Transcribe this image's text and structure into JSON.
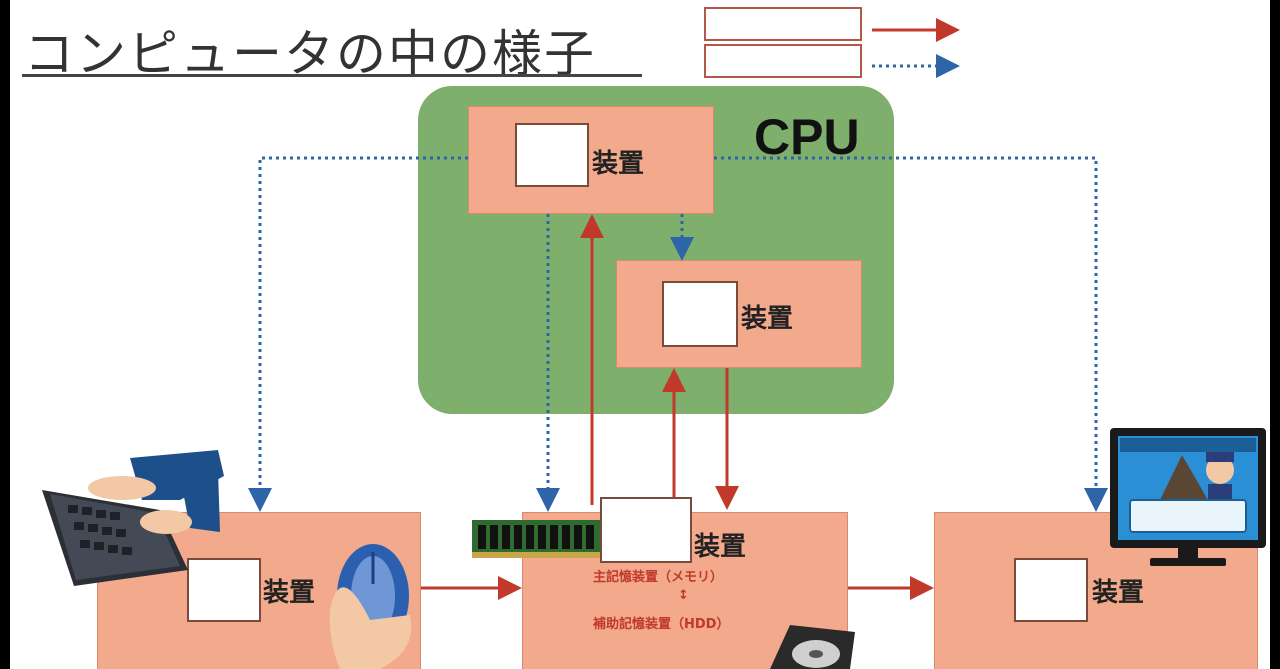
{
  "title": "コンピュータの中の様子",
  "cpu_label": "CPU",
  "device_suffix": "装置",
  "storage": {
    "main_memory": "主記憶装置（メモリ）",
    "connector": "↕",
    "auxiliary": "補助記憶装置（HDD）"
  },
  "colors": {
    "data_flow": "#c0392b",
    "control_flow": "#2e64a8",
    "device_fill": "#f2a98c",
    "cpu_fill": "#7faf6d"
  },
  "icons": [
    "keyboard-icon",
    "mouse-icon",
    "memory-module-icon",
    "hard-disk-icon",
    "monitor-icon"
  ]
}
